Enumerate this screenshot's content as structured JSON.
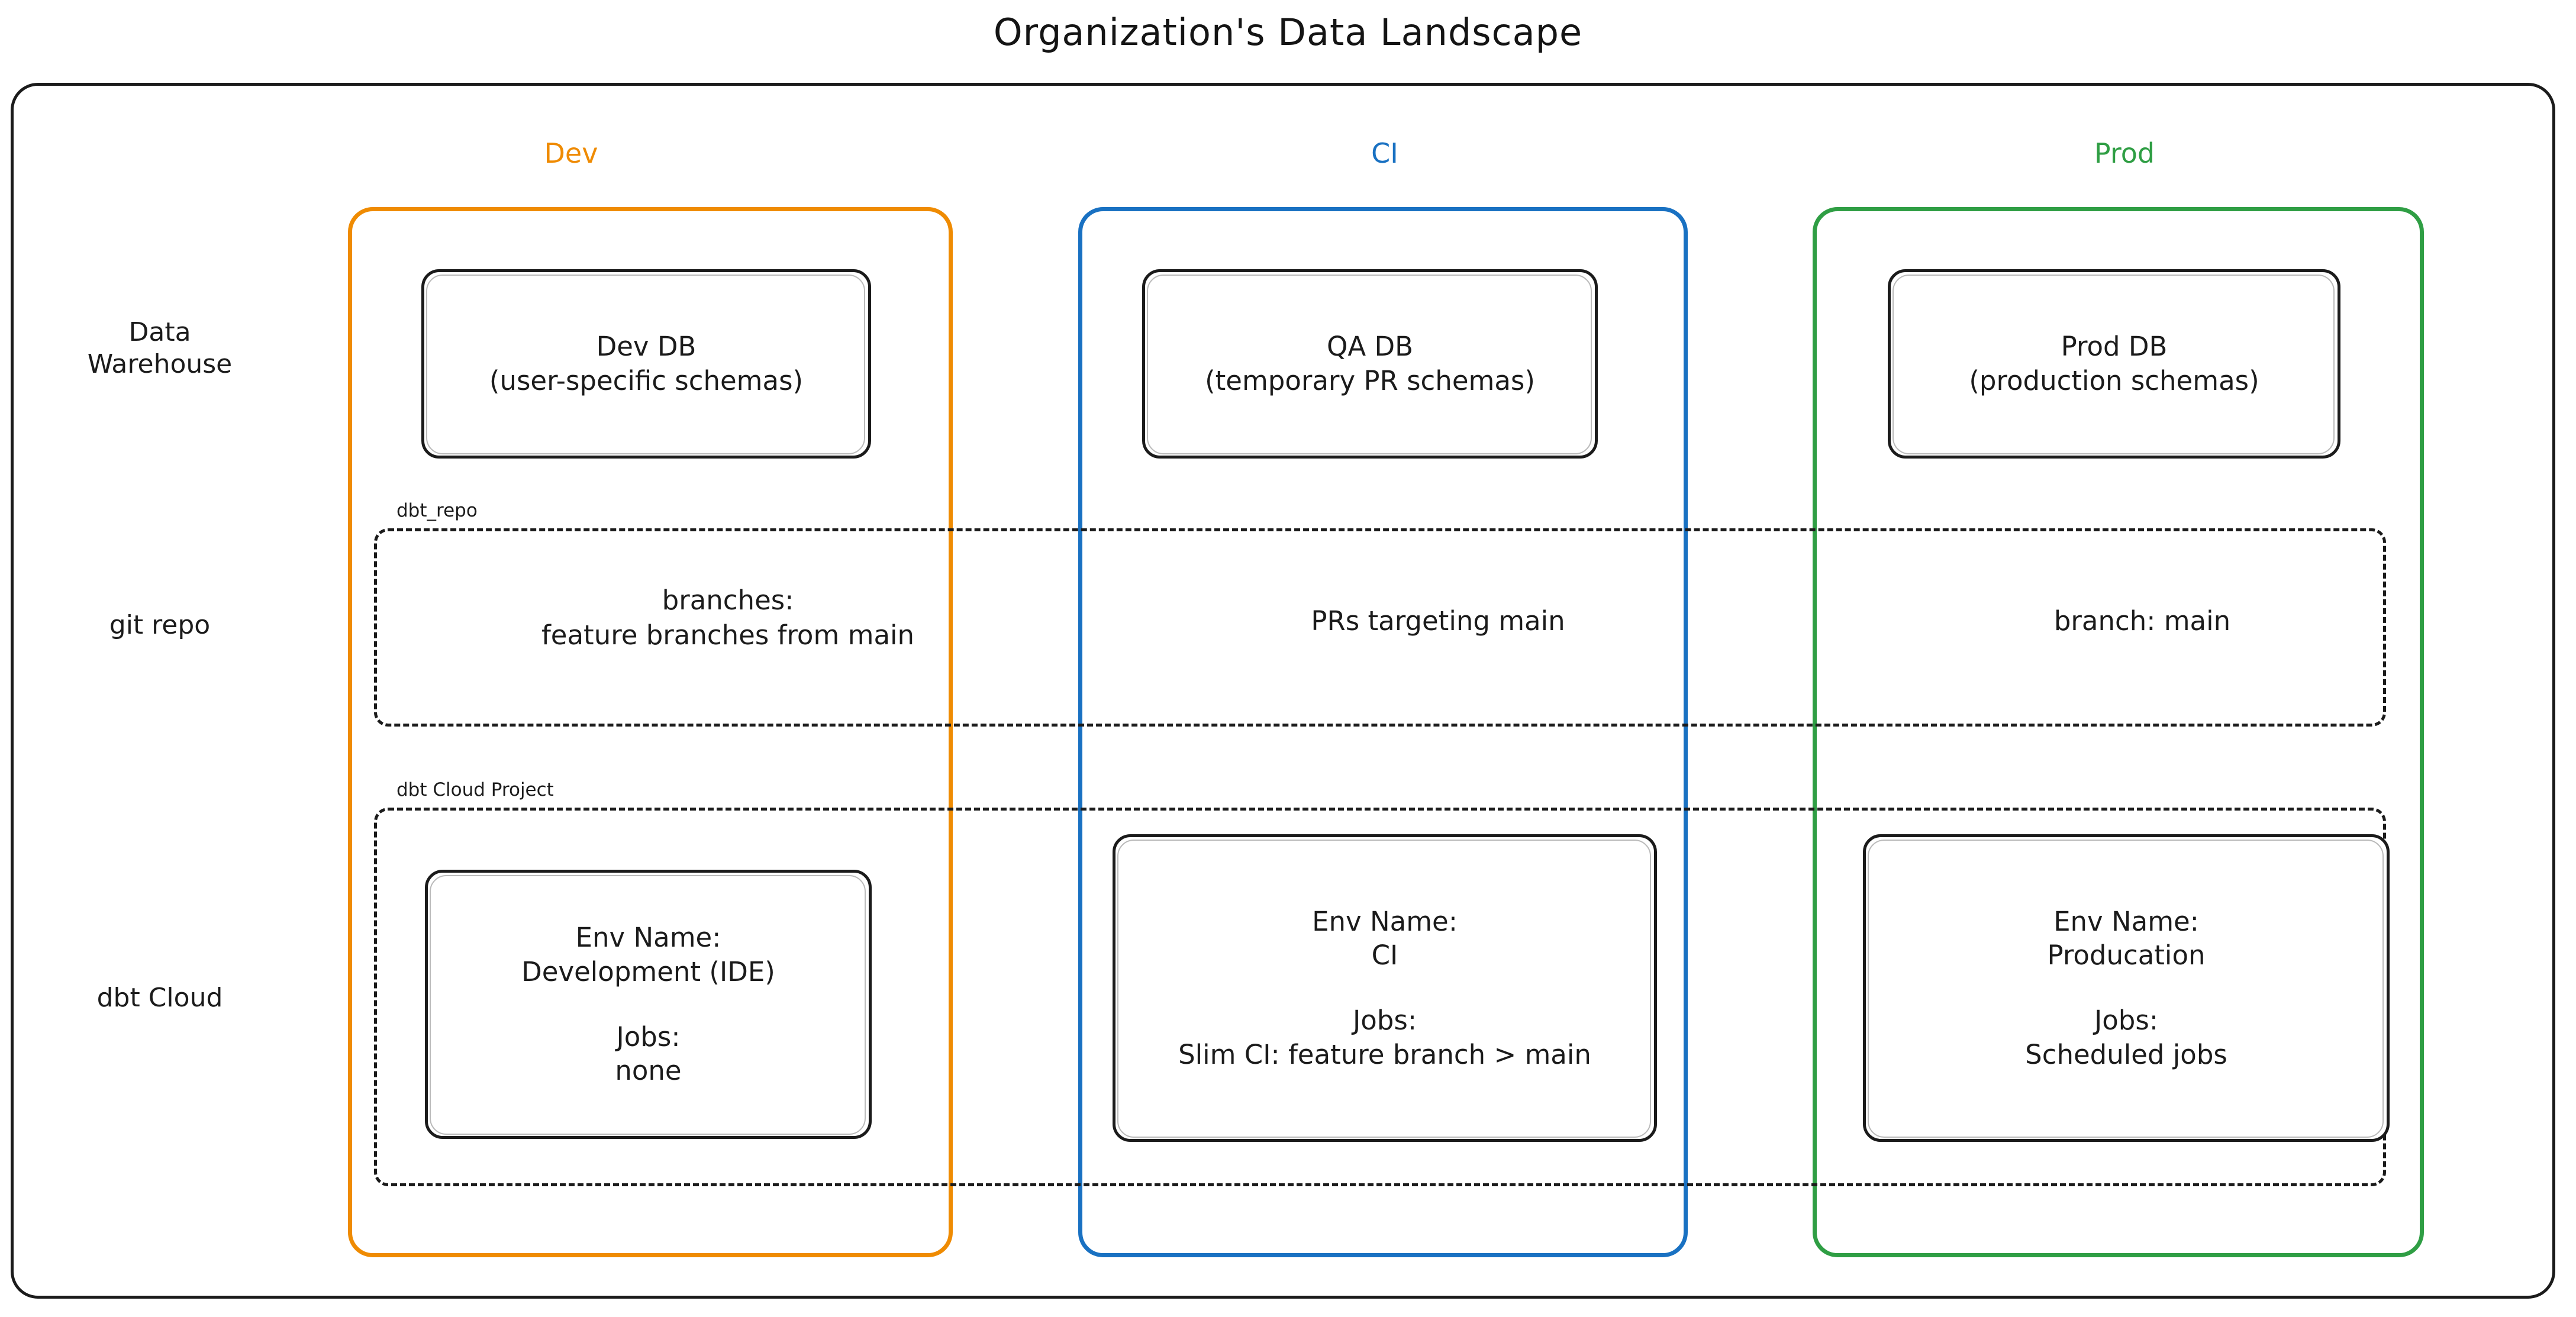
{
  "title": "Organization's Data Landscape",
  "colors": {
    "dev": "#ef8b02",
    "ci": "#1971c2",
    "prod": "#2f9e44",
    "stroke": "#1b1b1b",
    "background": "#ffffff"
  },
  "columns": [
    {
      "key": "dev",
      "label": "Dev"
    },
    {
      "key": "ci",
      "label": "CI"
    },
    {
      "key": "prod",
      "label": "Prod"
    }
  ],
  "rows": [
    {
      "key": "data_warehouse",
      "label": "Data\nWarehouse"
    },
    {
      "key": "git_repo",
      "label": "git repo"
    },
    {
      "key": "dbt_cloud",
      "label": "dbt Cloud"
    }
  ],
  "groups": [
    {
      "key": "dbt_repo",
      "label": "dbt_repo"
    },
    {
      "key": "dbt_cloud_project",
      "label": "dbt Cloud Project"
    }
  ],
  "cells": {
    "warehouse": {
      "dev": {
        "line1": "Dev DB",
        "line2": "(user-specific schemas)"
      },
      "ci": {
        "line1": "QA DB",
        "line2": "(temporary PR schemas)"
      },
      "prod": {
        "line1": "Prod DB",
        "line2": "(production schemas)"
      }
    },
    "git": {
      "dev": {
        "line1": "branches:",
        "line2": "feature branches from main"
      },
      "ci": {
        "line1": "PRs targeting main",
        "line2": ""
      },
      "prod": {
        "line1": "branch: main",
        "line2": ""
      }
    },
    "dbt_cloud": {
      "dev": {
        "env_label": "Env Name:",
        "env_value": "Development (IDE)",
        "jobs_label": "Jobs:",
        "jobs_value": "none"
      },
      "ci": {
        "env_label": "Env Name:",
        "env_value": "CI",
        "jobs_label": "Jobs:",
        "jobs_value": "Slim CI: feature branch > main"
      },
      "prod": {
        "env_label": "Env Name:",
        "env_value": "Producation",
        "jobs_label": "Jobs:",
        "jobs_value": "Scheduled jobs"
      }
    }
  }
}
